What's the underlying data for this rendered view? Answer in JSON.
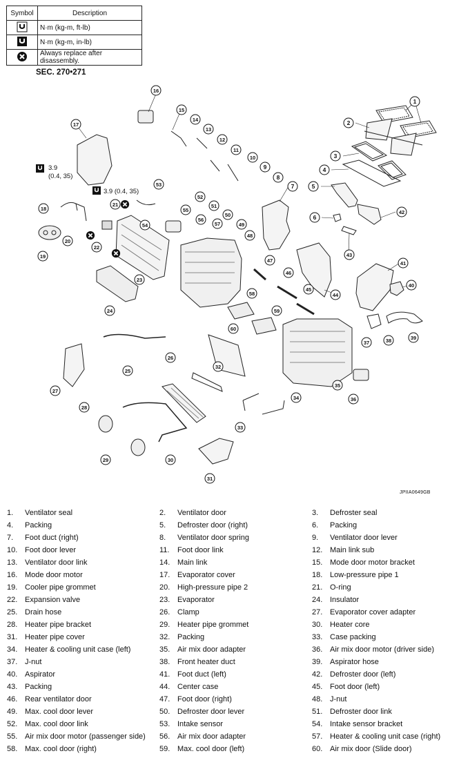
{
  "legend": {
    "header_symbol": "Symbol",
    "header_description": "Description",
    "rows": [
      {
        "icon": "torque-nm-kgm-ftlb-icon",
        "description": "N·m (kg-m, ft-lb)"
      },
      {
        "icon": "torque-nm-kgm-inlb-icon",
        "description": "N·m (kg-m, in-lb)"
      },
      {
        "icon": "always-replace-icon",
        "description": "Always replace after disassembly."
      }
    ]
  },
  "section_label": "SEC. 270•271",
  "torque_specs": [
    {
      "value": "3.9",
      "units": "(0.4, 35)"
    },
    {
      "value": "3.9 (0.4, 35)"
    }
  ],
  "callouts": [
    "1",
    "2",
    "3",
    "4",
    "5",
    "6",
    "7",
    "8",
    "9",
    "10",
    "11",
    "12",
    "13",
    "14",
    "15",
    "16",
    "17",
    "18",
    "19",
    "20",
    "21",
    "22",
    "23",
    "24",
    "25",
    "26",
    "27",
    "28",
    "29",
    "30",
    "31",
    "32",
    "33",
    "34",
    "35",
    "36",
    "37",
    "38",
    "39",
    "40",
    "41",
    "42",
    "43",
    "44",
    "45",
    "46",
    "47",
    "48",
    "49",
    "50",
    "51",
    "52",
    "53",
    "54",
    "55",
    "56",
    "57",
    "58",
    "59",
    "60"
  ],
  "reference_code": "JPIIA0649GB",
  "parts": [
    {
      "num": "1.",
      "name": "Ventilator seal"
    },
    {
      "num": "2.",
      "name": "Ventilator door"
    },
    {
      "num": "3.",
      "name": "Defroster seal"
    },
    {
      "num": "4.",
      "name": "Packing"
    },
    {
      "num": "5.",
      "name": "Defroster door (right)"
    },
    {
      "num": "6.",
      "name": "Packing"
    },
    {
      "num": "7.",
      "name": "Foot duct (right)"
    },
    {
      "num": "8.",
      "name": "Ventilator door spring"
    },
    {
      "num": "9.",
      "name": "Ventilator door lever"
    },
    {
      "num": "10.",
      "name": "Foot door lever"
    },
    {
      "num": "11.",
      "name": "Foot door link"
    },
    {
      "num": "12.",
      "name": "Main link sub"
    },
    {
      "num": "13.",
      "name": "Ventilator door link"
    },
    {
      "num": "14.",
      "name": "Main link"
    },
    {
      "num": "15.",
      "name": "Mode door motor bracket"
    },
    {
      "num": "16.",
      "name": "Mode door motor"
    },
    {
      "num": "17.",
      "name": "Evaporator cover"
    },
    {
      "num": "18.",
      "name": "Low-pressure pipe 1"
    },
    {
      "num": "19.",
      "name": "Cooler pipe grommet"
    },
    {
      "num": "20.",
      "name": "High-pressure pipe 2"
    },
    {
      "num": "21.",
      "name": "O-ring"
    },
    {
      "num": "22.",
      "name": "Expansion valve"
    },
    {
      "num": "23.",
      "name": "Evaporator"
    },
    {
      "num": "24.",
      "name": "Insulator"
    },
    {
      "num": "25.",
      "name": "Drain hose"
    },
    {
      "num": "26.",
      "name": "Clamp"
    },
    {
      "num": "27.",
      "name": "Evaporator cover adapter"
    },
    {
      "num": "28.",
      "name": "Heater pipe bracket"
    },
    {
      "num": "29.",
      "name": "Heater pipe grommet"
    },
    {
      "num": "30.",
      "name": "Heater core"
    },
    {
      "num": "31.",
      "name": "Heater pipe cover"
    },
    {
      "num": "32.",
      "name": "Packing"
    },
    {
      "num": "33.",
      "name": "Case packing"
    },
    {
      "num": "34.",
      "name": "Heater & cooling unit case (left)"
    },
    {
      "num": "35.",
      "name": "Air mix door adapter"
    },
    {
      "num": "36.",
      "name": "Air mix door motor (driver side)"
    },
    {
      "num": "37.",
      "name": "J-nut"
    },
    {
      "num": "38.",
      "name": "Front heater duct"
    },
    {
      "num": "39.",
      "name": "Aspirator hose"
    },
    {
      "num": "40.",
      "name": "Aspirator"
    },
    {
      "num": "41.",
      "name": "Foot duct (left)"
    },
    {
      "num": "42.",
      "name": "Defroster door (left)"
    },
    {
      "num": "43.",
      "name": "Packing"
    },
    {
      "num": "44.",
      "name": "Center case"
    },
    {
      "num": "45.",
      "name": "Foot door (left)"
    },
    {
      "num": "46.",
      "name": "Rear ventilator door"
    },
    {
      "num": "47.",
      "name": "Foot door (right)"
    },
    {
      "num": "48.",
      "name": "J-nut"
    },
    {
      "num": "49.",
      "name": "Max. cool door lever"
    },
    {
      "num": "50.",
      "name": "Defroster door lever"
    },
    {
      "num": "51.",
      "name": "Defroster door link"
    },
    {
      "num": "52.",
      "name": "Max. cool door link"
    },
    {
      "num": "53.",
      "name": "Intake sensor"
    },
    {
      "num": "54.",
      "name": "Intake sensor bracket"
    },
    {
      "num": "55.",
      "name": "Air mix door motor (passenger side)"
    },
    {
      "num": "56.",
      "name": "Air mix door adapter"
    },
    {
      "num": "57.",
      "name": "Heater & cooling unit case (right)"
    },
    {
      "num": "58.",
      "name": "Max. cool door (right)"
    },
    {
      "num": "59.",
      "name": "Max. cool door (left)"
    },
    {
      "num": "60.",
      "name": "Air mix door (Slide door)"
    }
  ]
}
